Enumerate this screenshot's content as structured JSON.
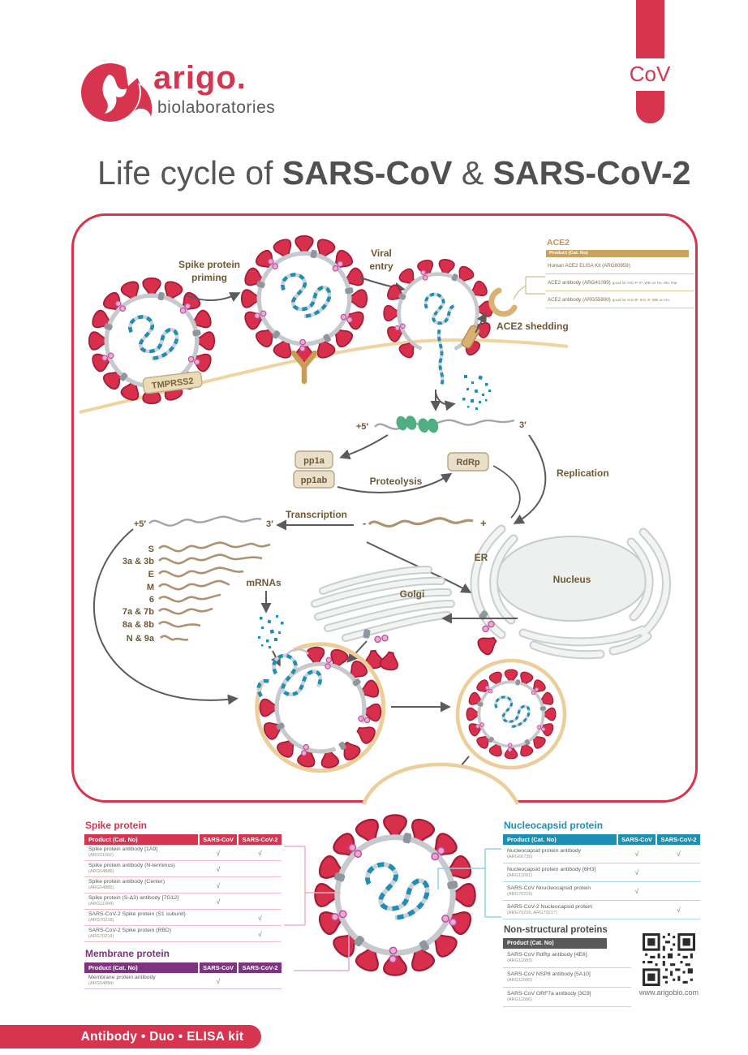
{
  "brand": {
    "logo_text": "arigo.",
    "logo_sub": "biolaboratories",
    "badge": "CoV",
    "website": "www.arigobio.com"
  },
  "title": {
    "prefix": "Life cycle of ",
    "virus1": "SARS-CoV",
    "separator": " & ",
    "virus2": "SARS-CoV-2"
  },
  "diagram": {
    "spike_priming_line1": "Spike protein",
    "spike_priming_line2": "priming",
    "viral_entry_line1": "Viral",
    "viral_entry_line2": "entry",
    "tmprss2": "TMPRSS2",
    "ace2_shedding": "ACE2 shedding",
    "five_prime_genome": "+5′",
    "three_prime_genome": "3′",
    "pp1a": "pp1a",
    "pp1ab": "pp1ab",
    "rdrp": "RdRp",
    "proteolysis": "Proteolysis",
    "replication": "Replication",
    "transcription": "Transcription",
    "minus": "-",
    "plus": "+",
    "five_prime_sub": "+5′",
    "three_prime_sub": "3′",
    "mrna_labels": [
      "S",
      "3a & 3b",
      "E",
      "M",
      "6",
      "7a & 7b",
      "8a & 8b",
      "N & 9a"
    ],
    "mrnas": "mRNAs",
    "er": "ER",
    "nucleus": "Nucleus",
    "golgi": "Golgi"
  },
  "ace2_table": {
    "title": "ACE2",
    "header": "Product (Cat. No)",
    "rows": [
      {
        "text": "Human ACE2 ELISA Kit (ARG80959)",
        "note": ""
      },
      {
        "text": "ACE2 antibody (ARG41099)",
        "note": "good for IHC-P, IF, WB on Hu, Ms, Rat"
      },
      {
        "text": "ACE2 antibody (ARG55800)",
        "note": "good for ICC/IF, IHC-P, WB on Hu"
      }
    ]
  },
  "spike_table": {
    "title": "Spike protein",
    "headers": [
      "Product (Cat. No)",
      "SARS-CoV",
      "SARS-CoV-2"
    ],
    "rows": [
      {
        "name": "Spike protein antibody [1A9]",
        "cat": "(ARG11092)",
        "cov": "√",
        "cov2": "√"
      },
      {
        "name": "Spike protein antibody (N-terminus)",
        "cat": "(ARG54886)",
        "cov": "√",
        "cov2": ""
      },
      {
        "name": "Spike protein antibody (Center)",
        "cat": "(ARG54885)",
        "cov": "√",
        "cov2": ""
      },
      {
        "name": "Spike protein (S-Δ3) antibody [7G12]",
        "cat": "(ARG11094)",
        "cov": "√",
        "cov2": ""
      },
      {
        "name": "SARS-CoV-2 Spike protein (S1 subunit)",
        "cat": "(ARG70218)",
        "cov": "",
        "cov2": "√"
      },
      {
        "name": "SARS-CoV-2 Spike protein (RBD)",
        "cat": "(ARG70219)",
        "cov": "",
        "cov2": "√"
      }
    ]
  },
  "membrane_table": {
    "title": "Membrane protein",
    "headers": [
      "Product (Cat. No)",
      "SARS-CoV",
      "SARS-CoV-2"
    ],
    "rows": [
      {
        "name": "Membrane protein antibody",
        "cat": "(ARG54884)",
        "cov": "√",
        "cov2": ""
      }
    ]
  },
  "nucleocapsid_table": {
    "title": "Nucleocapsid protein",
    "headers": [
      "Product (Cat. No)",
      "SARS-CoV",
      "SARS-CoV-2"
    ],
    "rows": [
      {
        "name": "Nucleocapsid protein antibody",
        "cat": "(ARG66735)",
        "cov": "√",
        "cov2": "√"
      },
      {
        "name": "Nucleocapsid protein antibody [6H3]",
        "cat": "(ARG11091)",
        "cov": "√",
        "cov2": ""
      },
      {
        "name": "SARS-CoV Nnucleocapsid protein",
        "cat": "(ARG70215)",
        "cov": "√",
        "cov2": ""
      },
      {
        "name": "SARS-CoV-2 Nucleocapsid protein",
        "cat": "(ARG70216, ARG70217)",
        "cov": "",
        "cov2": "√"
      }
    ]
  },
  "nsp_table": {
    "title": "Non-structural proteins",
    "header": "Product (Cat. No)",
    "rows": [
      {
        "name": "SARS-CoV RdRp antibody [4E6]",
        "cat": "(ARG11093)"
      },
      {
        "name": "SARS-CoV NSP8 antibody [5A10]",
        "cat": "(ARG11095)"
      },
      {
        "name": "SARS-CoV ORF7a antibody [3C9]",
        "cat": "(ARG11096)"
      }
    ]
  },
  "footer": {
    "banner": "Antibody • Duo • ELISA kit"
  },
  "colors": {
    "brand_red": "#D6344F",
    "teal": "#1B90B4",
    "purple": "#7D3380",
    "label_brown": "#6E5837",
    "tan": "#C9A35D",
    "dark_gray": "#58595B",
    "rna_blue": "#1E8FB4",
    "membrane_tan": "#EFD4A0"
  }
}
